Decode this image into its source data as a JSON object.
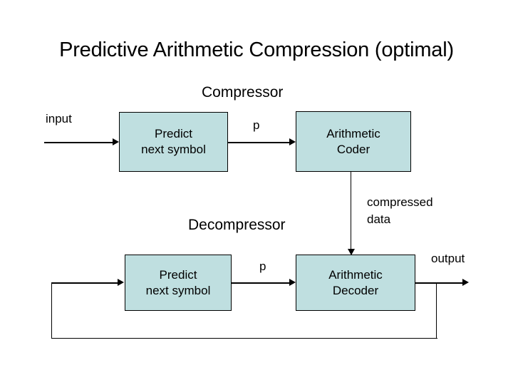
{
  "slide": {
    "title": "Predictive Arithmetic Compression (optimal)",
    "background_color": "#ffffff",
    "box_fill_color": "#bfdfe0",
    "line_color": "#000000"
  },
  "sections": {
    "compressor_label": "Compressor",
    "decompressor_label": "Decompressor"
  },
  "compressor": {
    "input_label": "input",
    "predict_box": "Predict\nnext symbol",
    "predict_box_line1": "Predict",
    "predict_box_line2": "next symbol",
    "probability_label": "p",
    "coder_box_line1": "Arithmetic",
    "coder_box_line2": "Coder"
  },
  "channel": {
    "compressed_label_line1": "compressed",
    "compressed_label_line2": "data"
  },
  "decompressor": {
    "predict_box_line1": "Predict",
    "predict_box_line2": "next symbol",
    "probability_label": "p",
    "decoder_box_line1": "Arithmetic",
    "decoder_box_line2": "Decoder",
    "output_label": "output"
  }
}
